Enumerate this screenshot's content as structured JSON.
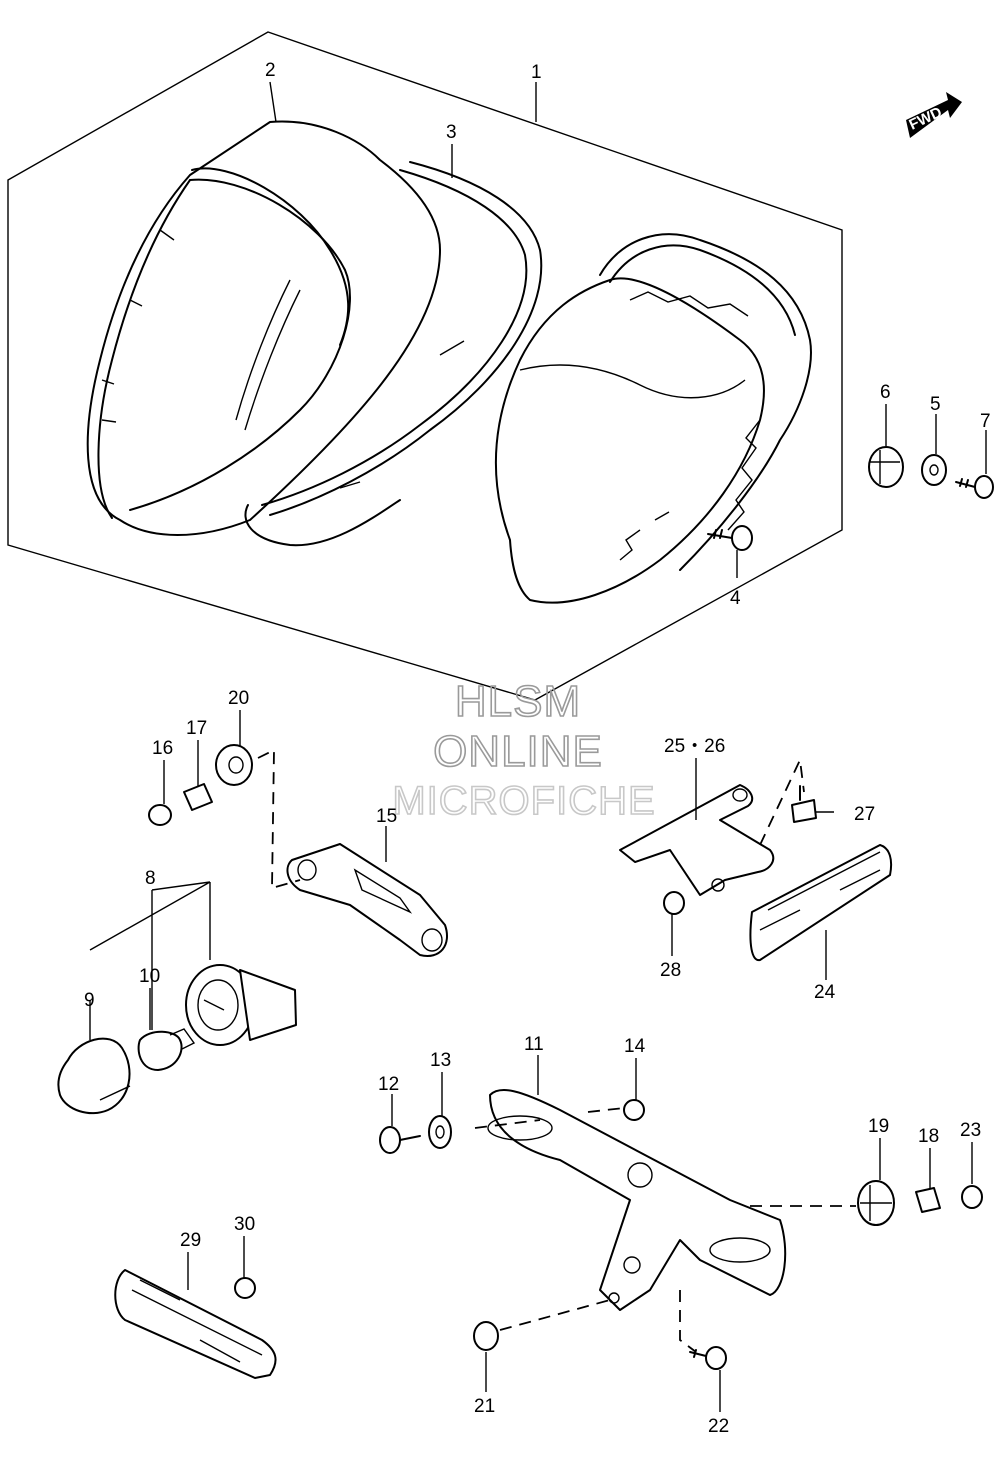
{
  "watermark": {
    "line1": "HLSM",
    "line2": "ONLINE",
    "line3": "MICROFICHE"
  },
  "direction_marker": {
    "label": "FWD"
  },
  "callouts": [
    {
      "id": "c1",
      "label": "1"
    },
    {
      "id": "c2",
      "label": "2"
    },
    {
      "id": "c3",
      "label": "3"
    },
    {
      "id": "c4",
      "label": "4"
    },
    {
      "id": "c5",
      "label": "5"
    },
    {
      "id": "c6",
      "label": "6"
    },
    {
      "id": "c7",
      "label": "7"
    },
    {
      "id": "c8",
      "label": "8"
    },
    {
      "id": "c9",
      "label": "9"
    },
    {
      "id": "c10",
      "label": "10"
    },
    {
      "id": "c11",
      "label": "11"
    },
    {
      "id": "c12",
      "label": "12"
    },
    {
      "id": "c13",
      "label": "13"
    },
    {
      "id": "c14",
      "label": "14"
    },
    {
      "id": "c15",
      "label": "15"
    },
    {
      "id": "c16",
      "label": "16"
    },
    {
      "id": "c17",
      "label": "17"
    },
    {
      "id": "c18",
      "label": "18"
    },
    {
      "id": "c19",
      "label": "19"
    },
    {
      "id": "c20",
      "label": "20"
    },
    {
      "id": "c21",
      "label": "21"
    },
    {
      "id": "c22",
      "label": "22"
    },
    {
      "id": "c23",
      "label": "23"
    },
    {
      "id": "c24",
      "label": "24"
    },
    {
      "id": "c2526",
      "label": "25・26"
    },
    {
      "id": "c27",
      "label": "27"
    },
    {
      "id": "c28",
      "label": "28"
    },
    {
      "id": "c29",
      "label": "29"
    },
    {
      "id": "c30",
      "label": "30"
    }
  ]
}
